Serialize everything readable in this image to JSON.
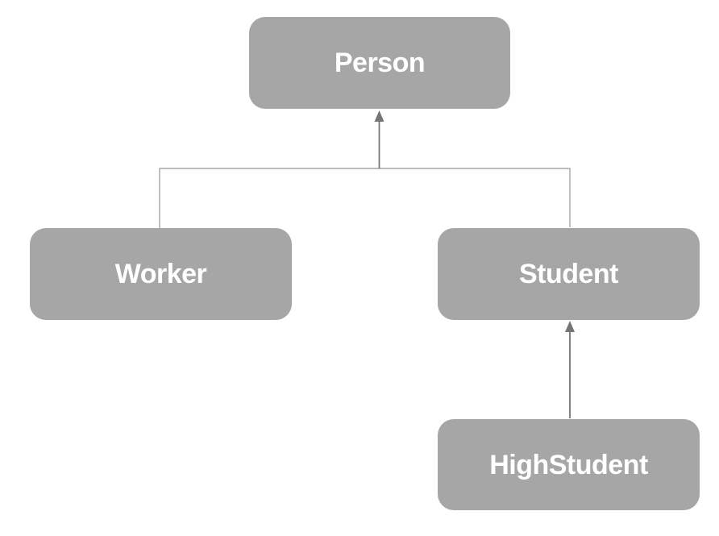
{
  "diagram": {
    "type": "class-hierarchy",
    "nodes": [
      {
        "id": "person",
        "label": "Person"
      },
      {
        "id": "worker",
        "label": "Worker"
      },
      {
        "id": "student",
        "label": "Student"
      },
      {
        "id": "highstudent",
        "label": "HighStudent"
      }
    ],
    "edges": [
      {
        "from": "worker",
        "to": "person",
        "style": "elbow-connector-shared-arrow"
      },
      {
        "from": "student",
        "to": "person",
        "style": "elbow-connector-shared-arrow"
      },
      {
        "from": "highstudent",
        "to": "student",
        "style": "straight-arrow"
      }
    ],
    "colors": {
      "background": "#ffffff",
      "node_fill": "#a6a6a6",
      "node_text": "#ffffff",
      "connector": "#a6a6a6",
      "arrow": "#757575"
    }
  }
}
